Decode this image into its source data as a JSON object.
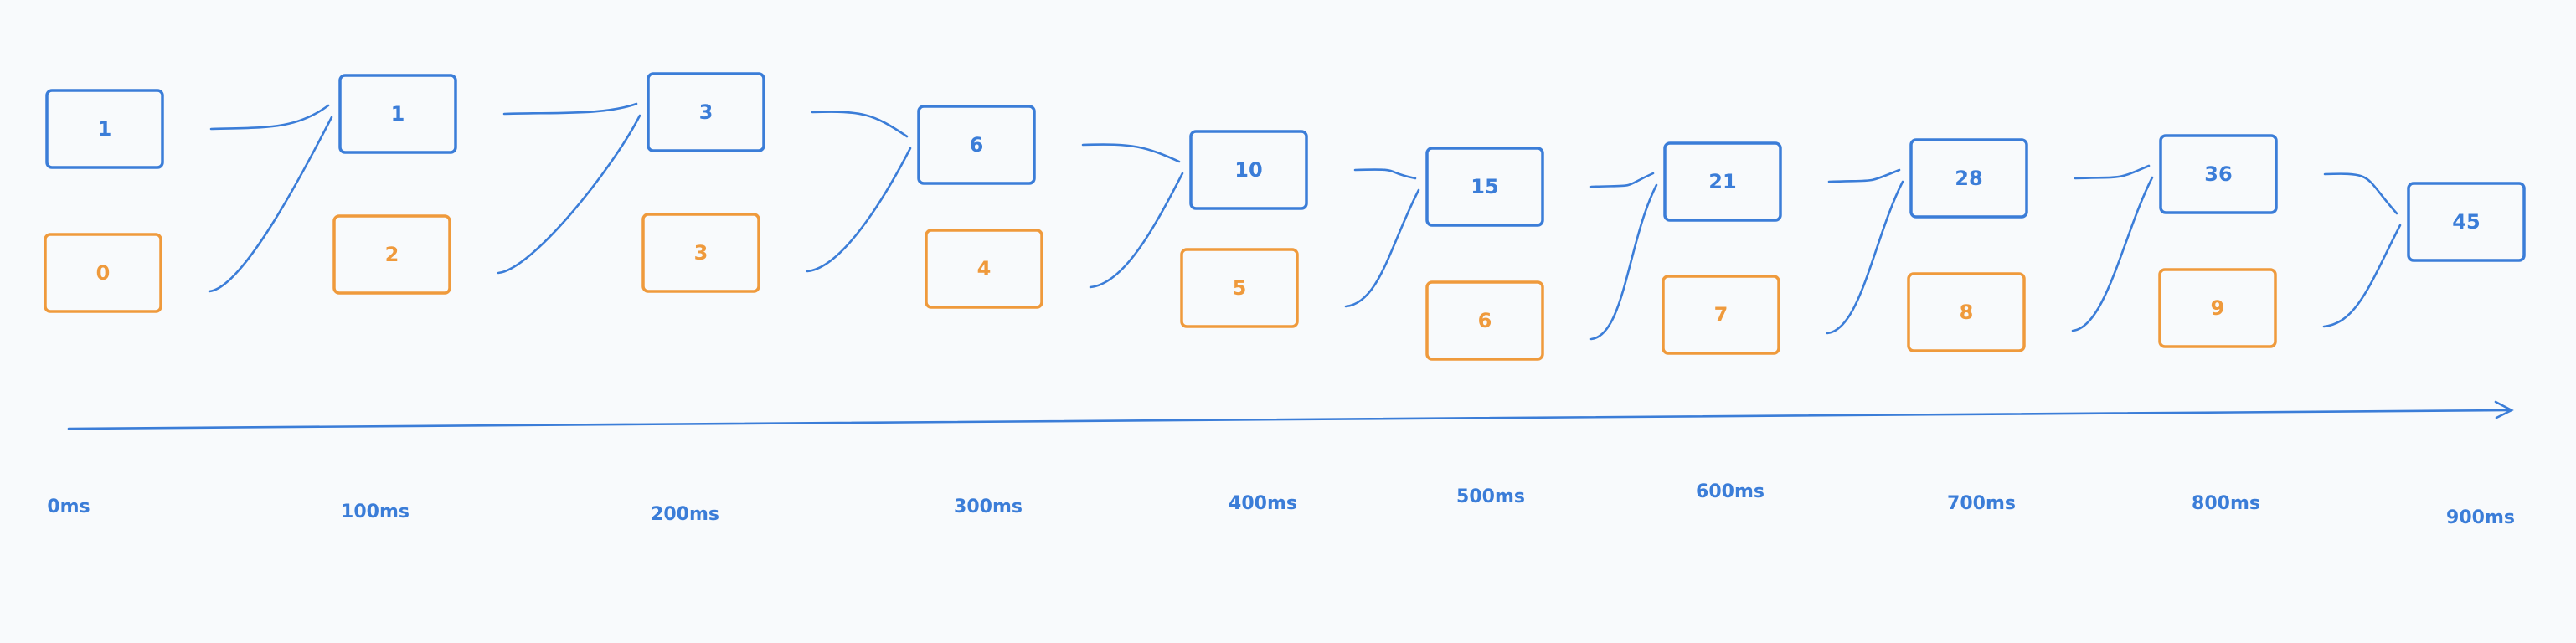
{
  "colors": {
    "background": "#f8fafc",
    "accumulated": "#3b7dd8",
    "increment": "#ef9a3c"
  },
  "steps": [
    {
      "time": "0ms",
      "sum": "1",
      "input": "0"
    },
    {
      "time": "100ms",
      "sum": "1",
      "input": "2"
    },
    {
      "time": "200ms",
      "sum": "3",
      "input": "3"
    },
    {
      "time": "300ms",
      "sum": "6",
      "input": "4"
    },
    {
      "time": "400ms",
      "sum": "10",
      "input": "5"
    },
    {
      "time": "500ms",
      "sum": "15",
      "input": "6"
    },
    {
      "time": "600ms",
      "sum": "21",
      "input": "7"
    },
    {
      "time": "700ms",
      "sum": "28",
      "input": "8"
    },
    {
      "time": "800ms",
      "sum": "36",
      "input": "9"
    },
    {
      "time": "900ms",
      "sum": "45"
    }
  ]
}
